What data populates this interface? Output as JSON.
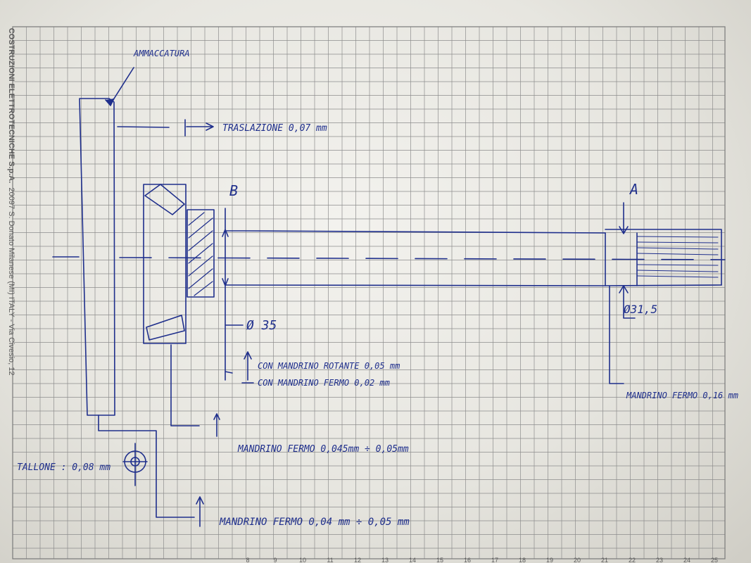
{
  "annotations": {
    "ammaccatura": "AMMACCATURA",
    "traslazione": "TRASLAZIONE 0,07 mm",
    "label_b": "B",
    "label_a": "A",
    "diam_35": "Ø 35",
    "diam_31_5": "Ø31,5",
    "mandrino_rotante": "CON MANDRINO ROTANTE 0,05 mm",
    "mandrino_fermo_1": "CON MANDRINO FERMO 0,02 mm",
    "mandrino_fermo_2": "MANDRINO FERMO 0,16 mm",
    "mandrino_fermo_3": "MANDRINO FERMO 0,045mm ÷ 0,05mm",
    "tallone": "TALLONE : 0,08 mm",
    "mandrino_fermo_4": "MANDRINO FERMO 0,04 mm ÷ 0,05 mm"
  },
  "margin_print": {
    "company": "COSTRUZIONI ELETTROTECNICHE S.p.A.",
    "address": "20097 S. Donato Milanese (MI) ITALY - Via Civesio, 12"
  },
  "ruler": {
    "ticks": [
      "8",
      "9",
      "10",
      "11",
      "12",
      "13",
      "14",
      "15",
      "16",
      "17",
      "18",
      "19",
      "20",
      "21",
      "22",
      "23",
      "24",
      "25"
    ]
  },
  "colors": {
    "ink": "#1f2f8c",
    "grid": "#8d8d8d",
    "paper": "#efeee9"
  }
}
